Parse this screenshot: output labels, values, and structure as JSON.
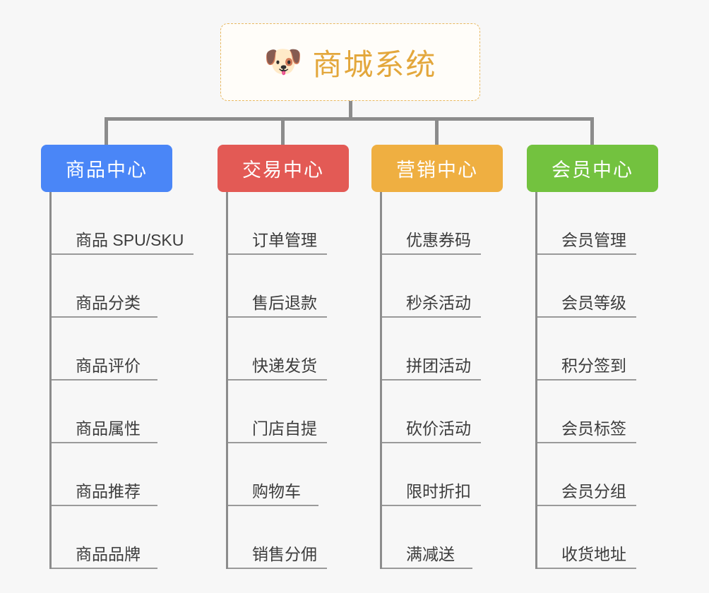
{
  "root": {
    "icon": "shiba-dog-face-icon",
    "emoji": "🐶",
    "title": "商城系统",
    "title_color": "#e3a73c",
    "border_color": "#e8b860"
  },
  "canvas": {
    "background": "#f7f7f7",
    "connector_color": "#8c8c8c"
  },
  "columns": [
    {
      "id": "product-center",
      "label": "商品中心",
      "color": "#4a86f7",
      "items": [
        {
          "label": "商品 SPU/SKU"
        },
        {
          "label": "商品分类"
        },
        {
          "label": "商品评价"
        },
        {
          "label": "商品属性"
        },
        {
          "label": "商品推荐"
        },
        {
          "label": "商品品牌"
        }
      ]
    },
    {
      "id": "trade-center",
      "label": "交易中心",
      "color": "#e35a55",
      "items": [
        {
          "label": "订单管理"
        },
        {
          "label": "售后退款"
        },
        {
          "label": "快递发货"
        },
        {
          "label": "门店自提"
        },
        {
          "label": "购物车"
        },
        {
          "label": "销售分佣"
        }
      ]
    },
    {
      "id": "marketing-center",
      "label": "营销中心",
      "color": "#efaf41",
      "items": [
        {
          "label": "优惠券码"
        },
        {
          "label": "秒杀活动"
        },
        {
          "label": "拼团活动"
        },
        {
          "label": "砍价活动"
        },
        {
          "label": "限时折扣"
        },
        {
          "label": "满减送"
        }
      ]
    },
    {
      "id": "member-center",
      "label": "会员中心",
      "color": "#73c23f",
      "items": [
        {
          "label": "会员管理"
        },
        {
          "label": "会员等级"
        },
        {
          "label": "积分签到"
        },
        {
          "label": "会员标签"
        },
        {
          "label": "会员分组"
        },
        {
          "label": "收货地址"
        }
      ]
    }
  ]
}
